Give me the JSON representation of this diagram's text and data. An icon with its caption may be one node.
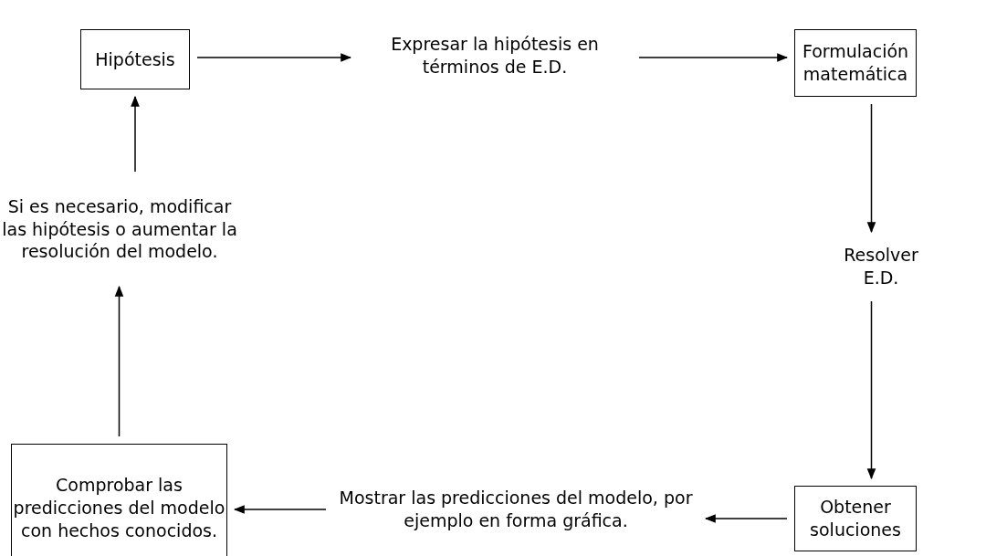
{
  "diagram": {
    "nodes": [
      {
        "text": [
          "Hipótesis"
        ]
      },
      {
        "text": [
          "Expresar la hipótesis en términos de E.D."
        ]
      },
      {
        "text": [
          "Formulación matemática"
        ]
      },
      {
        "text": [
          "Resolver E.D."
        ]
      },
      {
        "text": [
          "Obtener soluciones"
        ]
      },
      {
        "text": [
          "Mostrar las predicciones del modelo, por ejemplo en forma gráfica."
        ]
      },
      {
        "text": [
          "Comprobar las predicciones del modelo con hechos conocidos."
        ]
      },
      {
        "text": [
          "Si es necesario, modificar las hipótesis o aumentar la resolución del modelo."
        ]
      }
    ],
    "edges": [
      {
        "from": 0,
        "to": 1,
        "arrow": "to"
      },
      {
        "from": 1,
        "to": 2,
        "arrow": "to"
      },
      {
        "from": 2,
        "to": 3,
        "arrow": "to"
      },
      {
        "from": 3,
        "to": 4,
        "arrow": "to"
      },
      {
        "from": 4,
        "to": 5,
        "arrow": "to"
      },
      {
        "from": 5,
        "to": 6,
        "arrow": "to"
      },
      {
        "from": 6,
        "to": 7,
        "arrow": "to"
      },
      {
        "from": 7,
        "to": 0,
        "arrow": "to"
      }
    ]
  }
}
